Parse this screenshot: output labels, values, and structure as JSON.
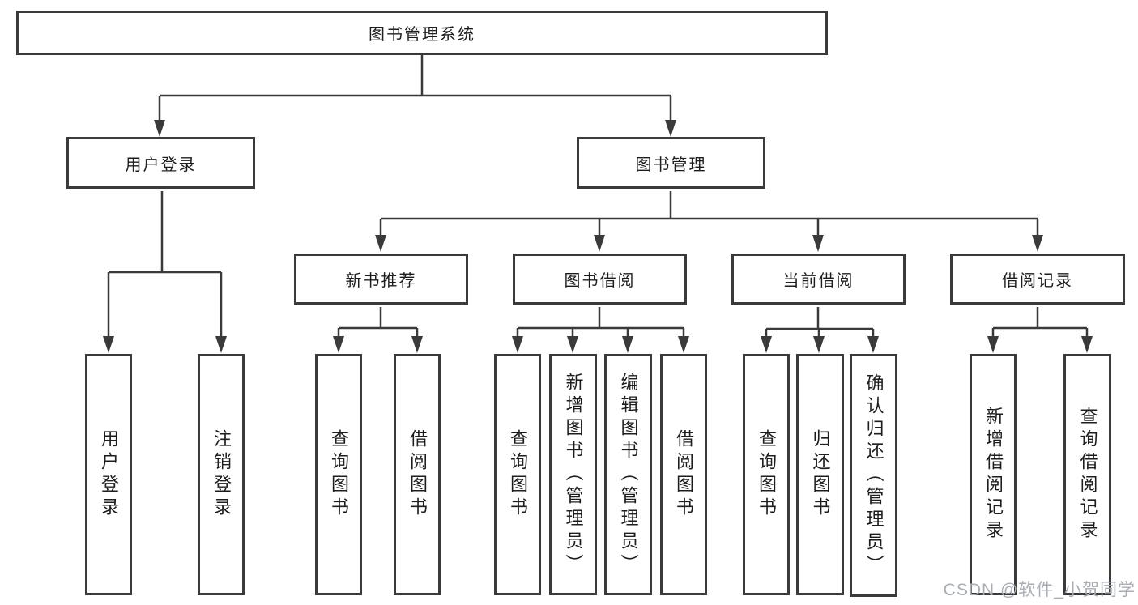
{
  "tree": {
    "label": "图书管理系统",
    "children": [
      {
        "label": "用户登录",
        "children": [
          {
            "label": "用户登录"
          },
          {
            "label": "注销登录"
          }
        ]
      },
      {
        "label": "图书管理",
        "children": [
          {
            "label": "新书推荐",
            "children": [
              {
                "label": "查询图书"
              },
              {
                "label": "借阅图书"
              }
            ]
          },
          {
            "label": "图书借阅",
            "children": [
              {
                "label": "查询图书"
              },
              {
                "label": "新增图书（管理员）"
              },
              {
                "label": "编辑图书（管理员）"
              },
              {
                "label": "借阅图书"
              }
            ]
          },
          {
            "label": "当前借阅",
            "children": [
              {
                "label": "查询图书"
              },
              {
                "label": "归还图书"
              },
              {
                "label": "确认归还（管理员）"
              }
            ]
          },
          {
            "label": "借阅记录",
            "children": [
              {
                "label": "新增借阅记录"
              },
              {
                "label": "查询借阅记录"
              }
            ]
          }
        ]
      }
    ]
  },
  "watermark": {
    "text": "CSDN @软件_小贺同学"
  },
  "colors": {
    "line": "#3a3a3a",
    "text": "#1d1d1f",
    "watermark": "#a9aeb6",
    "background": "#ffffff"
  }
}
